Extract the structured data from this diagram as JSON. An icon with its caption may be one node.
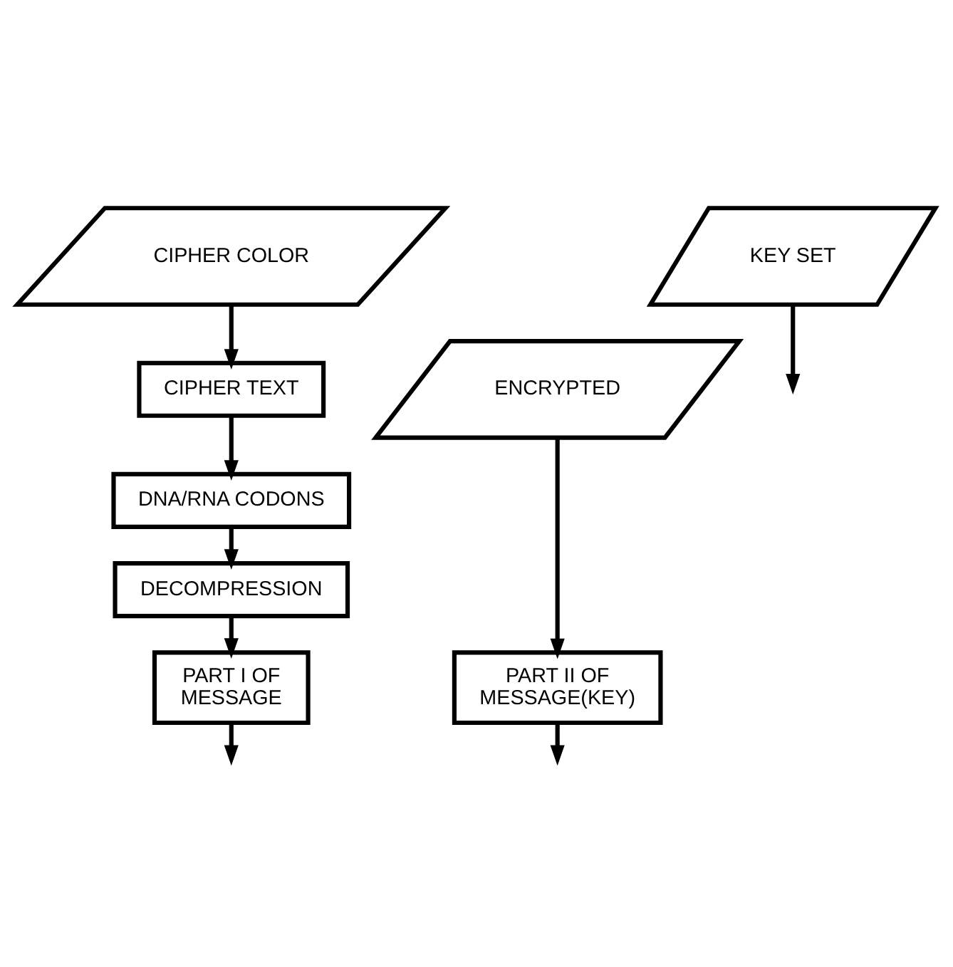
{
  "diagram": {
    "nodes": [
      {
        "text": [
          "CIPHER COLOR"
        ]
      },
      {
        "text": [
          "CIPHER TEXT"
        ]
      },
      {
        "text": [
          "DNA/RNA CODONS"
        ]
      },
      {
        "text": [
          "DECOMPRESSION"
        ]
      },
      {
        "text": [
          "ENCRYPTED"
        ]
      },
      {
        "text": [
          "PART I OF MESSAGE"
        ]
      },
      {
        "text": [
          "PART II OF MESSAGE(KEY)"
        ]
      },
      {
        "text": [
          "KEY SET"
        ]
      }
    ],
    "edges": [
      {
        "from": 0,
        "to": 1,
        "arrow": "to"
      },
      {
        "from": 1,
        "to": 2,
        "arrow": "to"
      },
      {
        "from": 2,
        "to": 3,
        "arrow": "to"
      },
      {
        "from": 3,
        "to": 5,
        "arrow": "to"
      },
      {
        "from": 4,
        "to": 6,
        "arrow": "to"
      },
      {
        "from": 5,
        "to": null,
        "arrow": "to"
      },
      {
        "from": 6,
        "to": null,
        "arrow": "to"
      },
      {
        "from": 7,
        "to": null,
        "arrow": "to"
      }
    ]
  }
}
